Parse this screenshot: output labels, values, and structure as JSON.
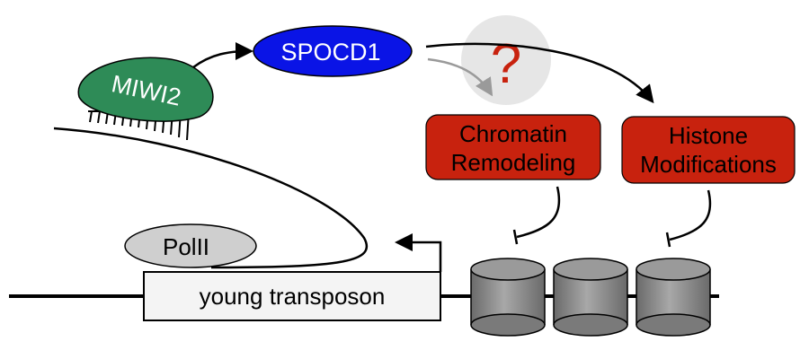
{
  "labels": {
    "miwi2": "MIWI2",
    "spocd1": "SPOCD1",
    "question": "?",
    "chromatin_line1": "Chromatin",
    "chromatin_line2": "Remodeling",
    "histone_line1": "Histone",
    "histone_line2": "Modifications",
    "polii": "PolII",
    "transposon": "young transposon"
  },
  "colors": {
    "miwi2_fill": "#2e8b57",
    "spocd1_fill": "#0a14e6",
    "red_box_fill": "#c8220e",
    "question_bg": "#e6e6e6",
    "question_mark": "#c8220e",
    "polii_fill": "#cfcfcf",
    "nucleosome_fill": "#8c8c8c",
    "line": "#000000"
  }
}
